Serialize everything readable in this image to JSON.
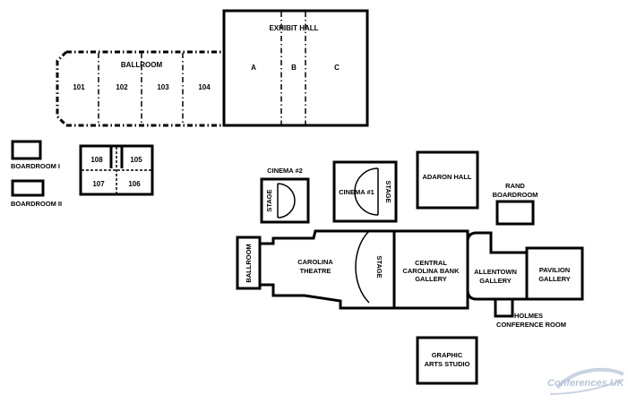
{
  "rooms": {
    "exhibit_hall": "EXHIBIT HALL",
    "exhibit_a": "A",
    "exhibit_b": "B",
    "exhibit_c": "C",
    "ballroom": "BALLROOM",
    "r101": "101",
    "r102": "102",
    "r103": "103",
    "r104": "104",
    "r105": "105",
    "r106": "106",
    "r107": "107",
    "r108": "108",
    "boardroom_1": "BOARDROOM I",
    "boardroom_2": "BOARDROOM II",
    "cinema_2": "CINEMA #2",
    "cinema_1": "CINEMA #1",
    "stage": "STAGE",
    "adaron_hall": "ADARON HALL",
    "rand_line1": "RAND",
    "rand_line2": "BOARDROOM",
    "ballroom_small": "BALLROOM",
    "carolina_line1": "CAROLINA",
    "carolina_line2": "THEATRE",
    "central_line1": "CENTRAL",
    "central_line2": "CAROLINA BANK",
    "central_line3": "GALLERY",
    "allentown_line1": "ALLENTOWN",
    "allentown_line2": "GALLERY",
    "pavilion_line1": "PAVILION",
    "pavilion_line2": "GALLERY",
    "holmes_line1": "HOLMES",
    "holmes_line2": "CONFERENCE ROOM",
    "graphic_line1": "GRAPHIC",
    "graphic_line2": "ARTS STUDIO"
  },
  "watermark": {
    "logo_text": "Conferences.UK"
  },
  "colors": {
    "line": "#000000",
    "background": "#ffffff",
    "watermark": "#b8c4d6"
  }
}
